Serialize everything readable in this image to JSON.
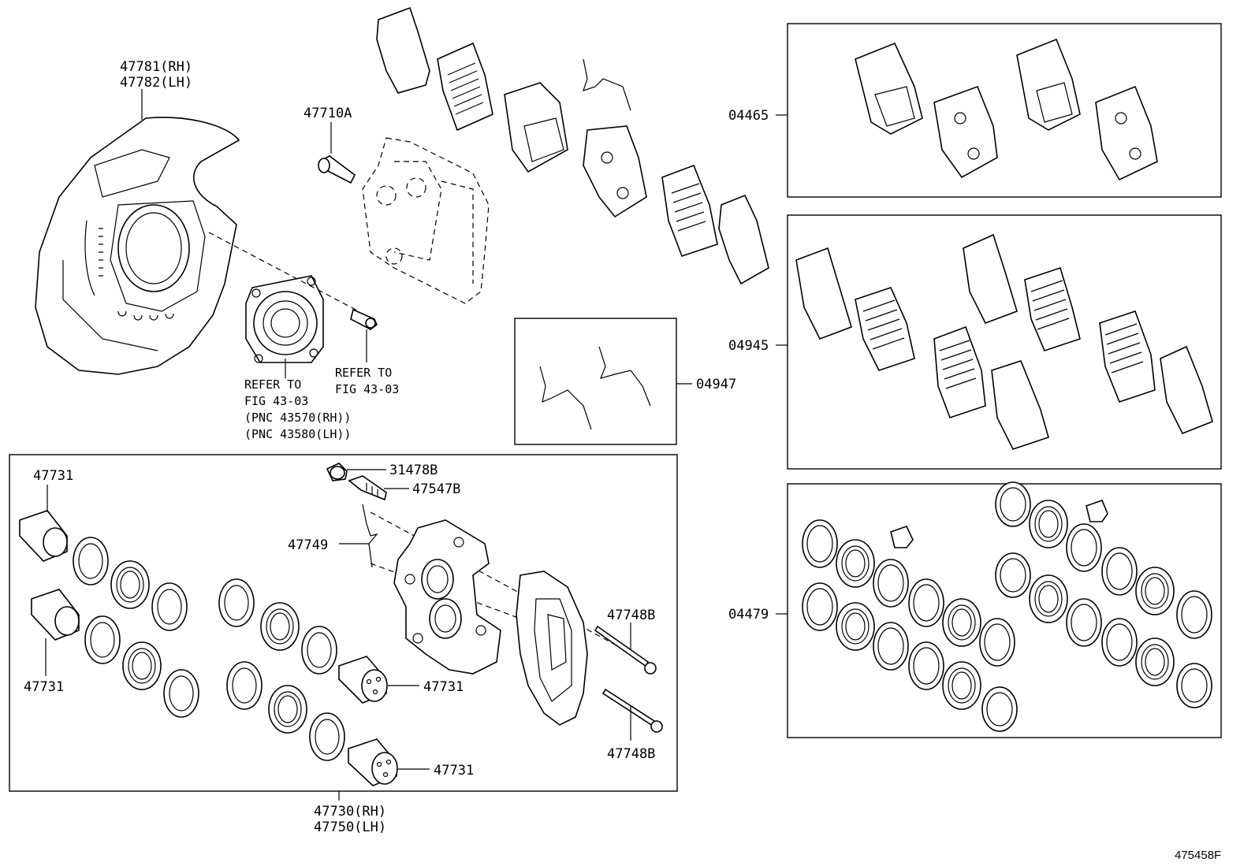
{
  "diagram": {
    "shield": {
      "line1": "47781(RH)",
      "line2": "47782(LH)"
    },
    "bolt": "47710A",
    "refer_left": {
      "line1": "REFER TO",
      "line2": "FIG 43-03",
      "line3": "(PNC 43570(RH))",
      "line4": "(PNC 43580(LH))"
    },
    "refer_right": {
      "line1": "REFER TO",
      "line2": "FIG 43-03"
    },
    "kit_pads": "04465",
    "kit_shims": "04945",
    "kit_clips": "04947",
    "kit_seals": "04479",
    "cap": "31478B",
    "bleeder": "47547B",
    "spring": "47749",
    "piston_tl": "47731",
    "piston_bl": "47731",
    "piston_mid": "47731",
    "piston_low": "47731",
    "pin_top": "47748B",
    "pin_bottom": "47748B",
    "caliper": {
      "line1": "47730(RH)",
      "line2": "47750(LH)"
    },
    "figure_code": "475458F"
  }
}
